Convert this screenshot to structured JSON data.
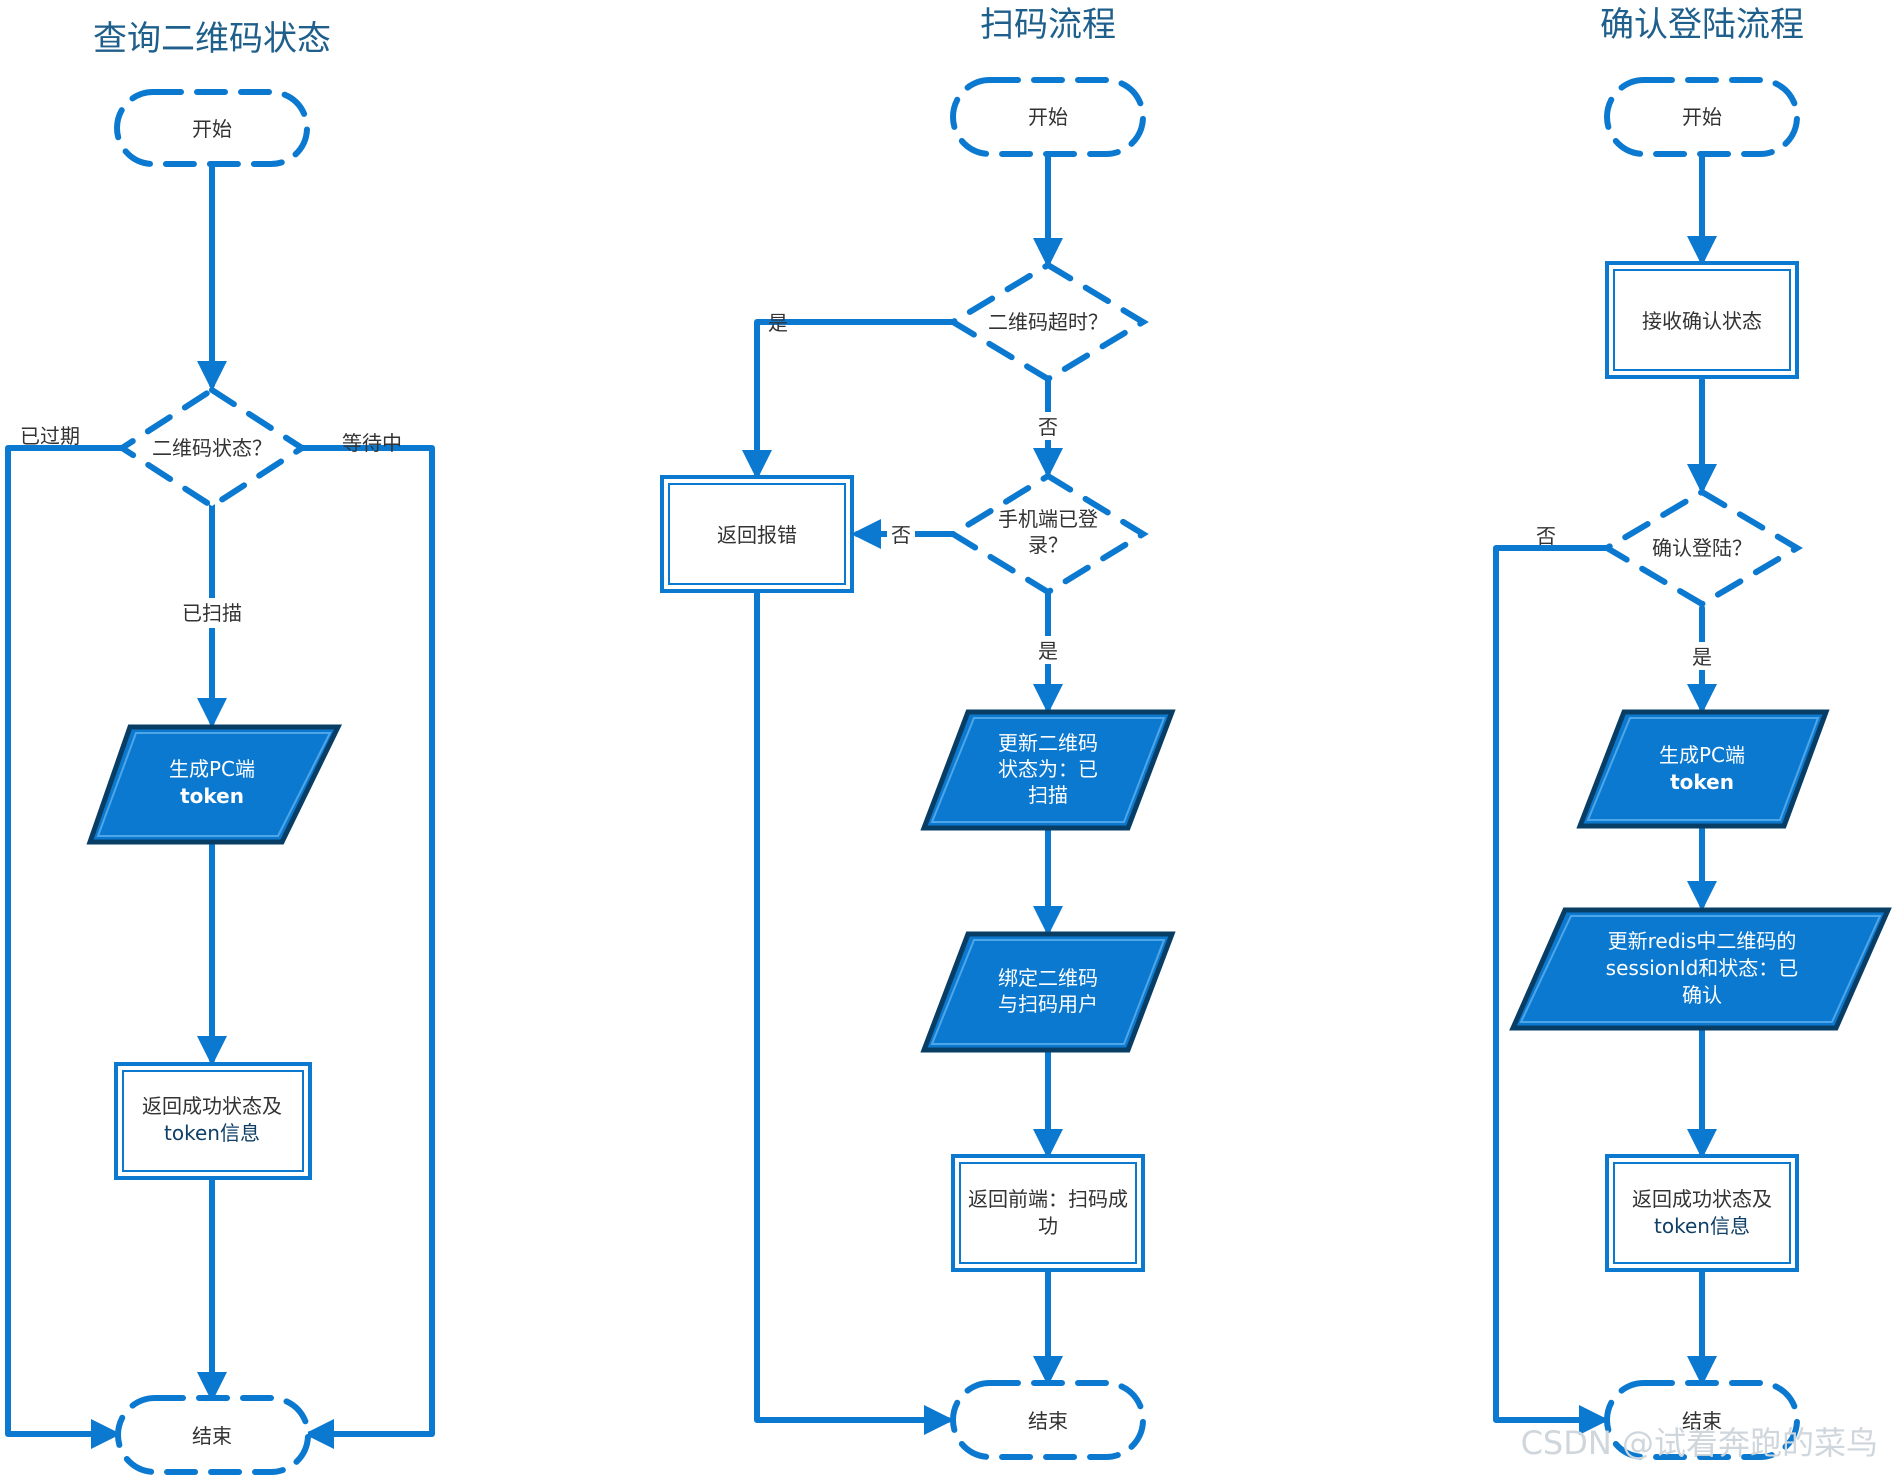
{
  "titles": {
    "query": "查询二维码状态",
    "scan": "扫码流程",
    "confirm": "确认登陆流程"
  },
  "query": {
    "start": "开始",
    "decision": "二维码状态？",
    "expired": "已过期",
    "waiting": "等待中",
    "scanned": "已扫描",
    "gen_line1": "生成PC端",
    "gen_line2": "token",
    "ret_line1": "返回成功状态及",
    "ret_line2": "token信息",
    "end": "结束"
  },
  "scan": {
    "start": "开始",
    "decision1": "二维码超时？",
    "yes1": "是",
    "no1": "否",
    "decision2_line1": "手机端已登",
    "decision2_line2": "录？",
    "no2": "否",
    "yes2": "是",
    "error": "返回报错",
    "update_line1": "更新二维码",
    "update_line2": "状态为：已",
    "update_line3": "扫描",
    "bind_line1": "绑定二维码",
    "bind_line2": "与扫码用户",
    "ret_line1": "返回前端：扫码成",
    "ret_line2": "功",
    "end": "结束"
  },
  "confirm": {
    "start": "开始",
    "receive": "接收确认状态",
    "decision": "确认登陆？",
    "no": "否",
    "yes": "是",
    "gen_line1": "生成PC端",
    "gen_line2": "token",
    "upd_line1": "更新redis中二维码的",
    "upd_line2": "sessionId和状态：已",
    "upd_line3": "确认",
    "ret_line1": "返回成功状态及",
    "ret_line2": "token信息",
    "end": "结束"
  },
  "watermark": "CSDN @试着奔跑的菜鸟",
  "colors": {
    "accent": "#0b79d0",
    "dark": "#083e66",
    "title": "#1f5f8b"
  }
}
